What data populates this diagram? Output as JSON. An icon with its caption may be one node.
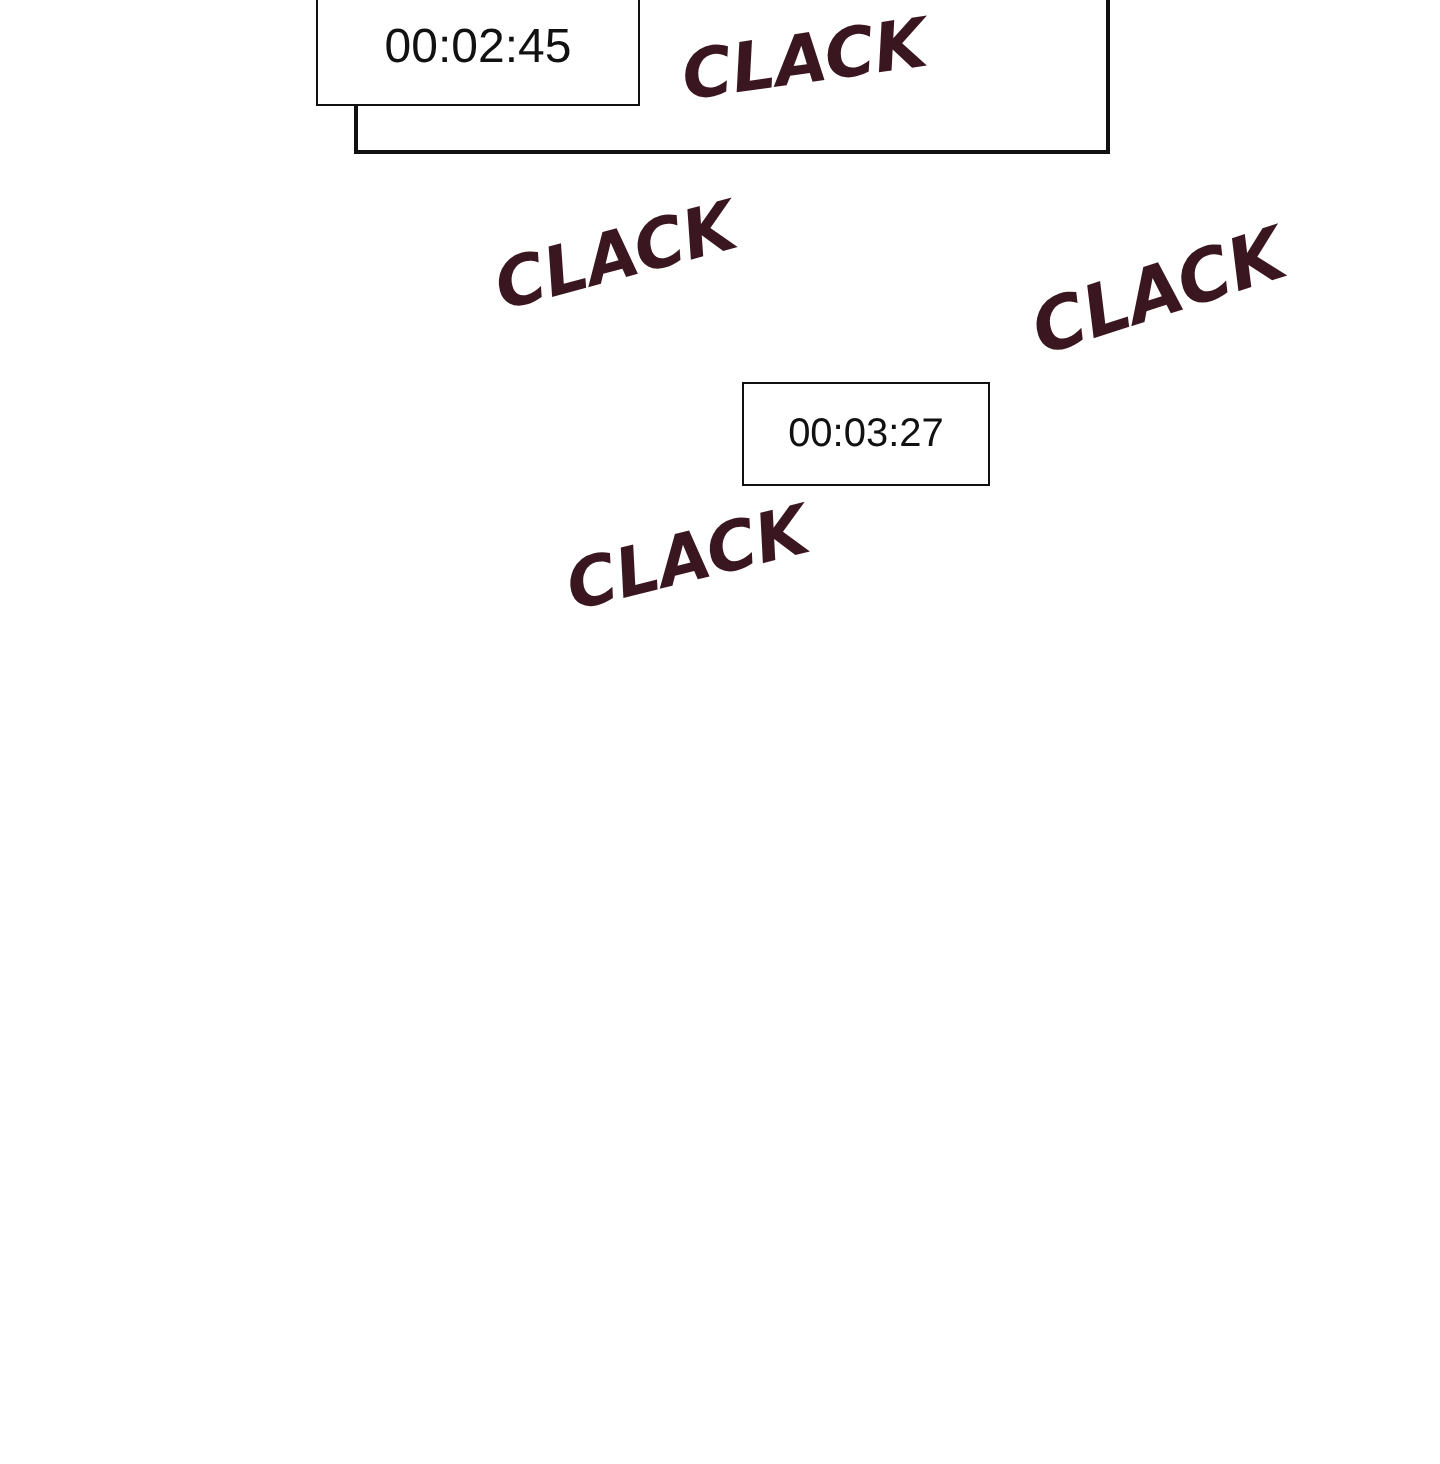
{
  "diagram": {
    "nodes": [
      {
        "text": [
          "CLACK"
        ]
      },
      {
        "text": [
          "00:02:45"
        ]
      },
      {
        "text": [
          "00:03:27"
        ]
      }
    ],
    "labels": [
      "CLACK",
      "CLACK",
      "CLACK"
    ]
  }
}
